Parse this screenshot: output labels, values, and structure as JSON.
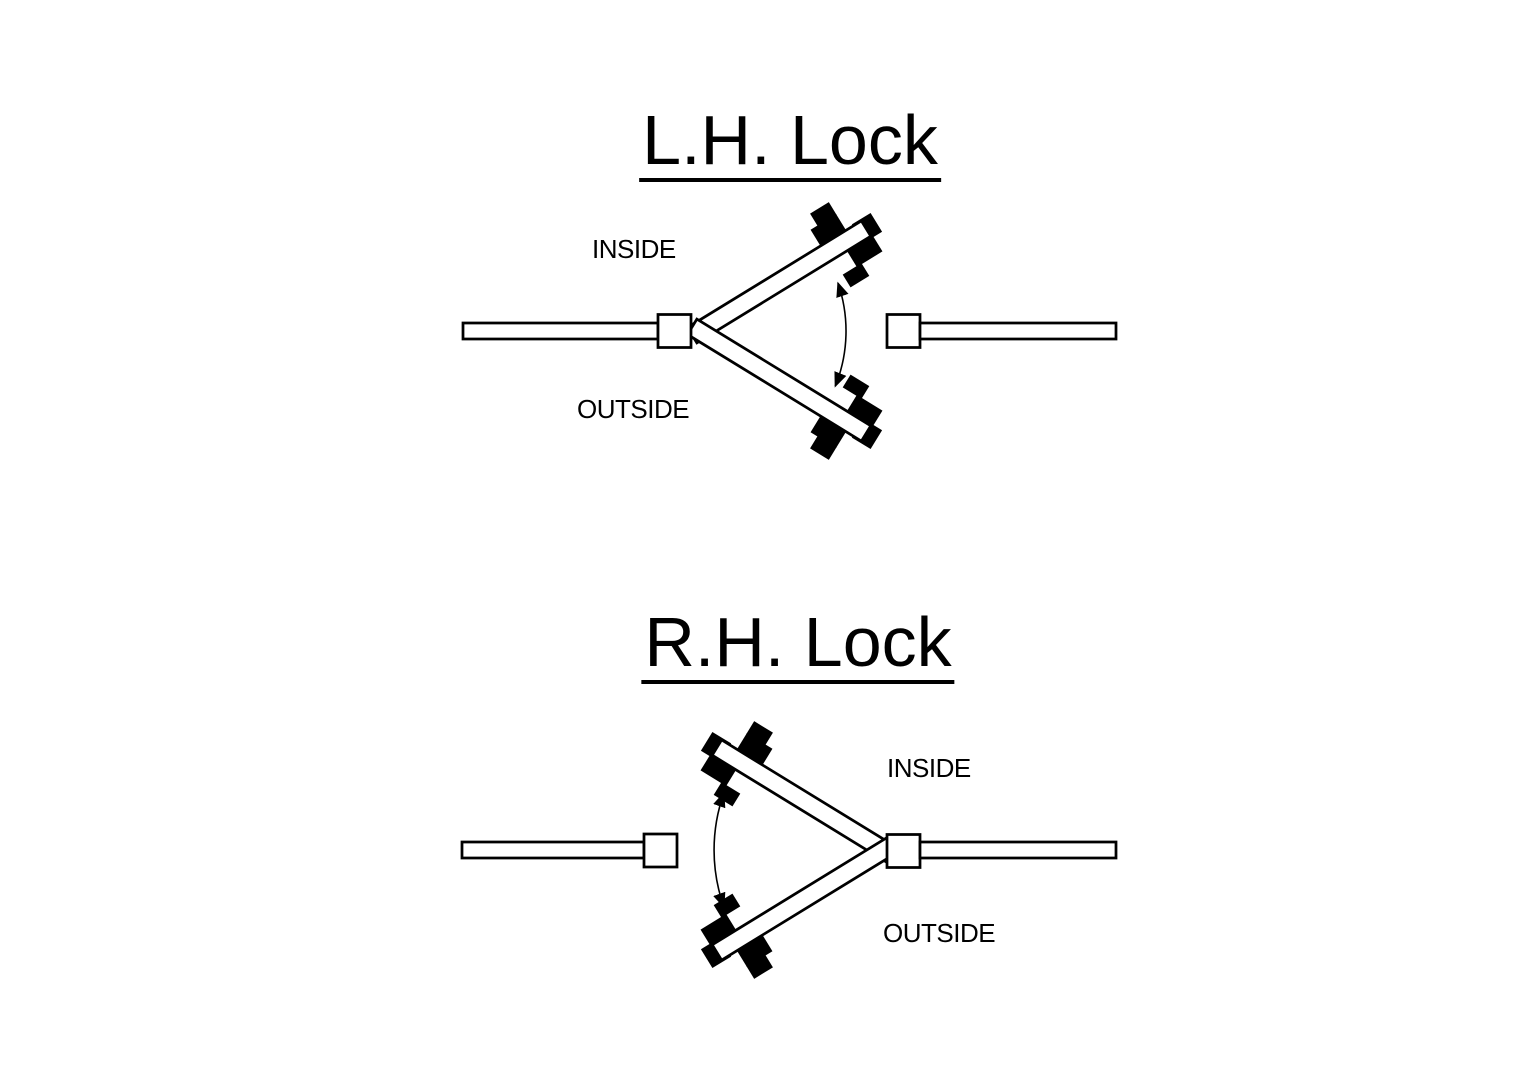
{
  "page": {
    "background_color": "#ffffff",
    "line_color": "#000000"
  },
  "diagrams": [
    {
      "title": "L.H. Lock",
      "inside_label": "INSIDE",
      "outside_label": "OUTSIDE"
    },
    {
      "title": "R.H. Lock",
      "inside_label": "INSIDE",
      "outside_label": "OUTSIDE"
    }
  ]
}
